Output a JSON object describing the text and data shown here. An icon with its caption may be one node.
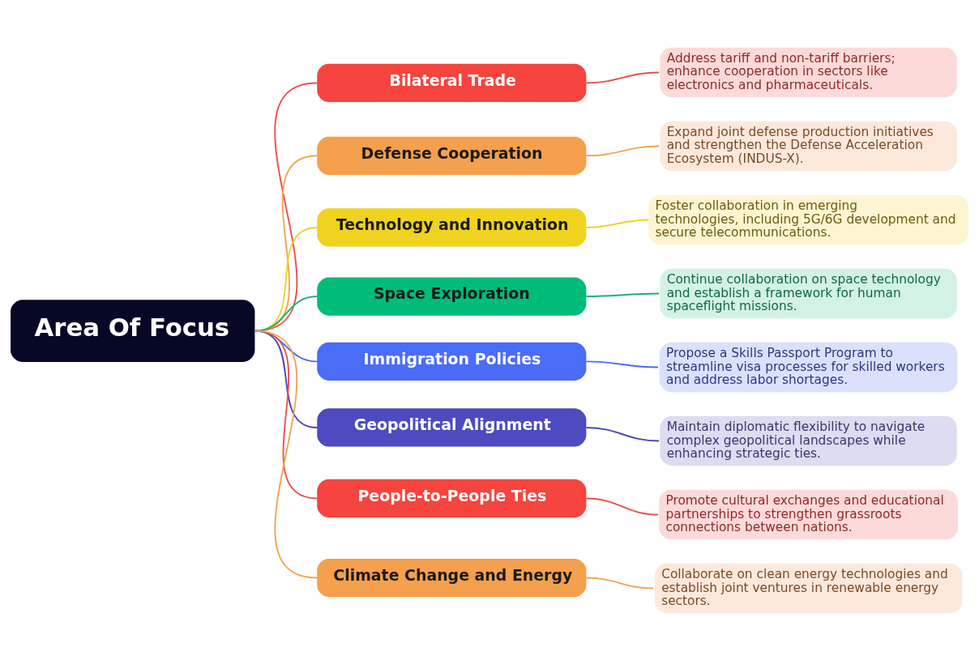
{
  "diagram": {
    "nodes": [
      {
        "text": [
          "Area Of Focus"
        ]
      },
      {
        "text": [
          "Bilateral Trade"
        ]
      },
      {
        "text": [
          "Defense Cooperation"
        ]
      },
      {
        "text": [
          "Technology and Innovation"
        ]
      },
      {
        "text": [
          "Space Exploration"
        ]
      },
      {
        "text": [
          "Immigration Policies"
        ]
      },
      {
        "text": [
          "Geopolitical Alignment"
        ]
      },
      {
        "text": [
          "People-to-People Ties"
        ]
      },
      {
        "text": [
          "Climate Change and Energy"
        ]
      },
      {
        "text": [
          "Address tariff and non-tariff barriers; enhance cooperation in sectors like electronics and pharmaceuticals."
        ]
      },
      {
        "text": [
          "Expand joint defense production initiatives and strengthen the Defense Acceleration Ecosystem (INDUS-X)."
        ]
      },
      {
        "text": [
          "Foster collaboration in emerging technologies, including 5G/6G development and secure telecommunications."
        ]
      },
      {
        "text": [
          "Continue collaboration on space technology and establish a framework for human spaceflight missions."
        ]
      },
      {
        "text": [
          "Propose a Skills Passport Program to streamline visa processes for skilled workers and address labor shortages."
        ]
      },
      {
        "text": [
          "Maintain diplomatic flexibility to navigate complex geopolitical landscapes while enhancing strategic ties."
        ]
      },
      {
        "text": [
          "Promote cultural exchanges and educational partnerships to strengthen grassroots connections between nations."
        ]
      },
      {
        "text": [
          "Collaborate on clean energy technologies and establish joint ventures in renewable energy sectors."
        ]
      }
    ],
    "edges": [
      {
        "from": 0,
        "to": 1,
        "arrow": "none",
        "color": "#e8514a"
      },
      {
        "from": 0,
        "to": 2,
        "arrow": "none",
        "color": "#f2a455"
      },
      {
        "from": 0,
        "to": 3,
        "arrow": "none",
        "color": "#ecd530"
      },
      {
        "from": 0,
        "to": 4,
        "arrow": "none",
        "color": "#17b27a"
      },
      {
        "from": 0,
        "to": 5,
        "arrow": "none",
        "color": "#4a6cf0"
      },
      {
        "from": 0,
        "to": 6,
        "arrow": "none",
        "color": "#4a48b5"
      },
      {
        "from": 0,
        "to": 7,
        "arrow": "none",
        "color": "#e8514a"
      },
      {
        "from": 0,
        "to": 8,
        "arrow": "none",
        "color": "#f2a455"
      },
      {
        "from": 1,
        "to": 9,
        "arrow": "none",
        "color": "#e8514a"
      },
      {
        "from": 2,
        "to": 10,
        "arrow": "none",
        "color": "#f2a455"
      },
      {
        "from": 3,
        "to": 11,
        "arrow": "none",
        "color": "#ecd530"
      },
      {
        "from": 4,
        "to": 12,
        "arrow": "none",
        "color": "#17b27a"
      },
      {
        "from": 5,
        "to": 13,
        "arrow": "none",
        "color": "#4a6cf0"
      },
      {
        "from": 6,
        "to": 14,
        "arrow": "none",
        "color": "#4a48b5"
      },
      {
        "from": 7,
        "to": 15,
        "arrow": "none",
        "color": "#e8514a"
      },
      {
        "from": 8,
        "to": 16,
        "arrow": "none",
        "color": "#f2a455"
      }
    ]
  }
}
